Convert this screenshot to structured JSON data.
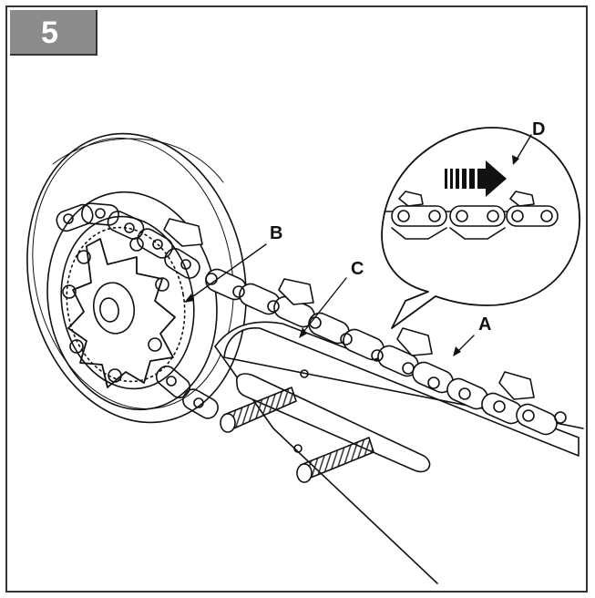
{
  "step": {
    "number": "5"
  },
  "callouts": {
    "a": "A",
    "b": "B",
    "c": "C",
    "d": "D"
  },
  "colors": {
    "line": "#111111",
    "badge": "#8c8c8c",
    "arrow": "#111111"
  },
  "icons": {
    "direction": "arrow-right-icon"
  }
}
